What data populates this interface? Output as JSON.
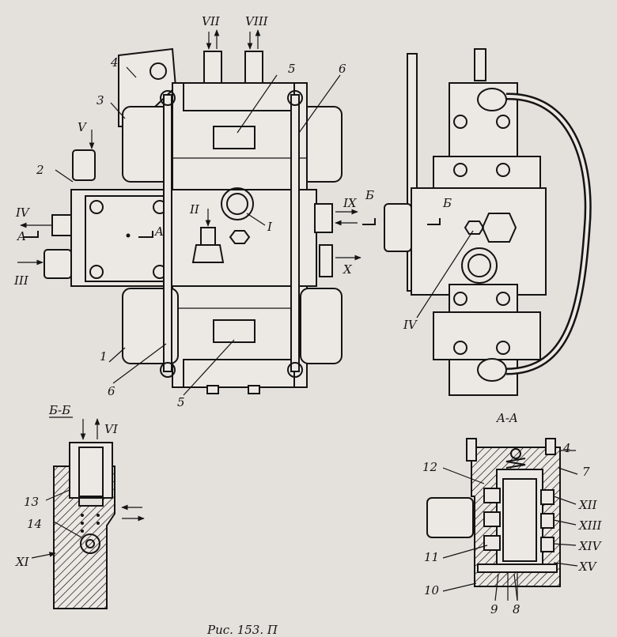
{
  "labels": {
    "top": [
      "VII",
      "VIII",
      "5",
      "6",
      "4",
      "3",
      "V",
      "2"
    ],
    "left_ports": [
      "IV",
      "A",
      "III"
    ],
    "center": [
      "II",
      "A",
      "I",
      "IX",
      "X"
    ],
    "bottom_main": [
      "1",
      "6",
      "5"
    ],
    "side_view": [
      "Б",
      "Б",
      "IV"
    ],
    "section_bb": {
      "title": "Б-Б",
      "items": [
        "VI",
        "13",
        "14",
        "XI"
      ]
    },
    "section_aa": {
      "title": "A-A",
      "items": [
        "4",
        "7",
        "12",
        "XII",
        "XIII",
        "XIV",
        "XV",
        "11",
        "10",
        "9",
        "8"
      ]
    }
  },
  "caption": "Рис. 153. П"
}
